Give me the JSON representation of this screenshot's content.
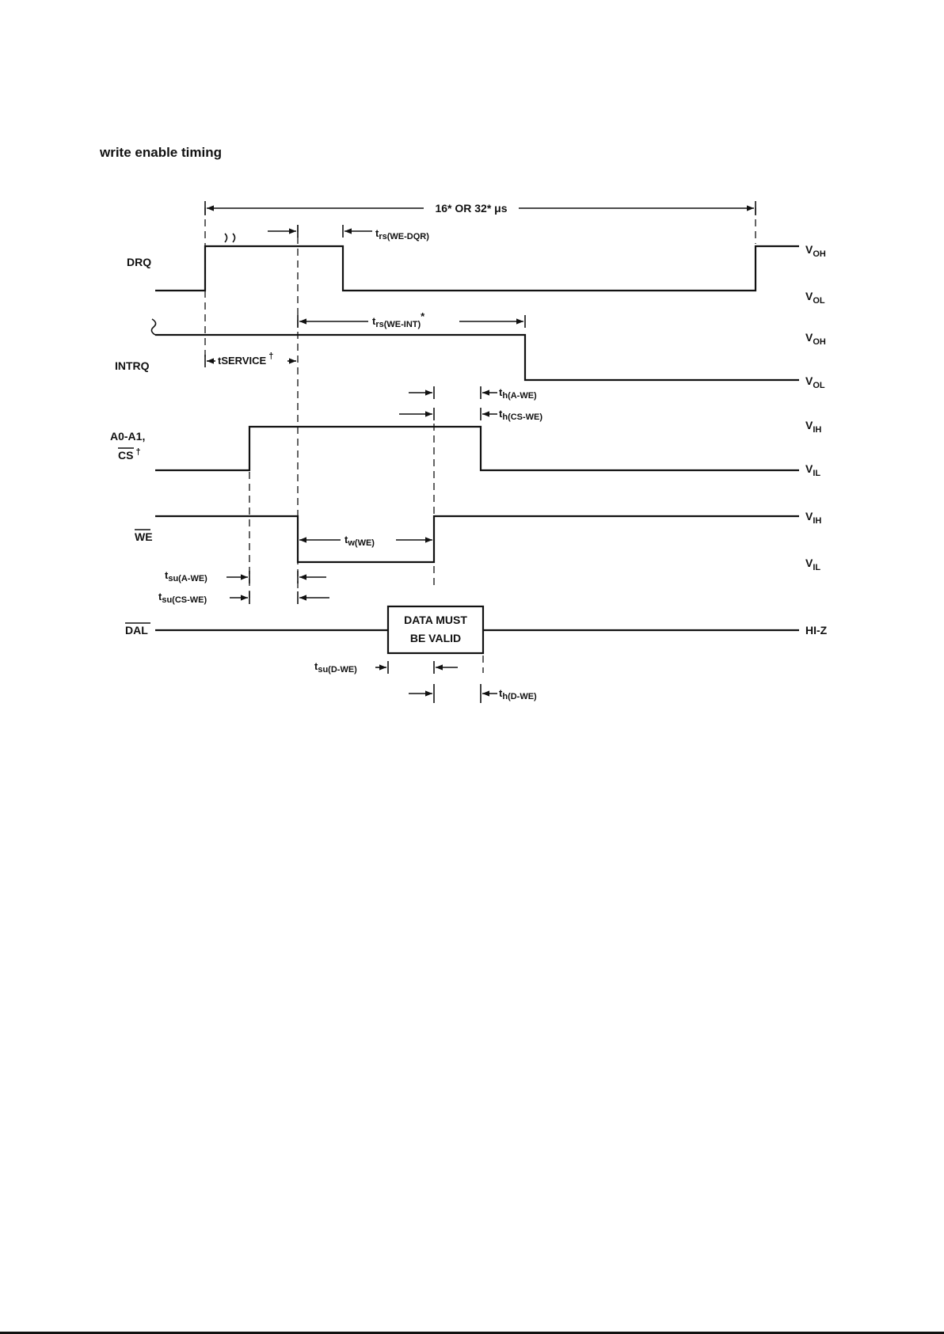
{
  "heading": "write enable timing",
  "signals": {
    "drq": "DRQ",
    "intrq": "INTRQ",
    "a0a1": "A0-A1,",
    "cs": "CS",
    "cs_mark": "†",
    "we": "WE",
    "dal": "DAL"
  },
  "levels": {
    "v": "V",
    "oh": "OH",
    "ol": "OL",
    "ih": "IH",
    "il": "IL",
    "hiz": "HI-Z"
  },
  "period": {
    "text": "16* OR 32* μs"
  },
  "timing": {
    "t": "t",
    "rs_we_dqr": "rs(WE-DQR)",
    "rs_we_int": "rs(WE-INT)",
    "rs_we_int_mark": "*",
    "service": "SERVICE",
    "service_mark": "†",
    "h_a_we": "h(A-WE)",
    "h_cs_we": "h(CS-WE)",
    "w_we": "w(WE)",
    "su_a_we": "su(A-WE)",
    "su_cs_we": "su(CS-WE)",
    "su_d_we": "su(D-WE)",
    "h_d_we": "h(D-WE)"
  },
  "data_box": {
    "line1": "DATA MUST",
    "line2": "BE VALID"
  }
}
